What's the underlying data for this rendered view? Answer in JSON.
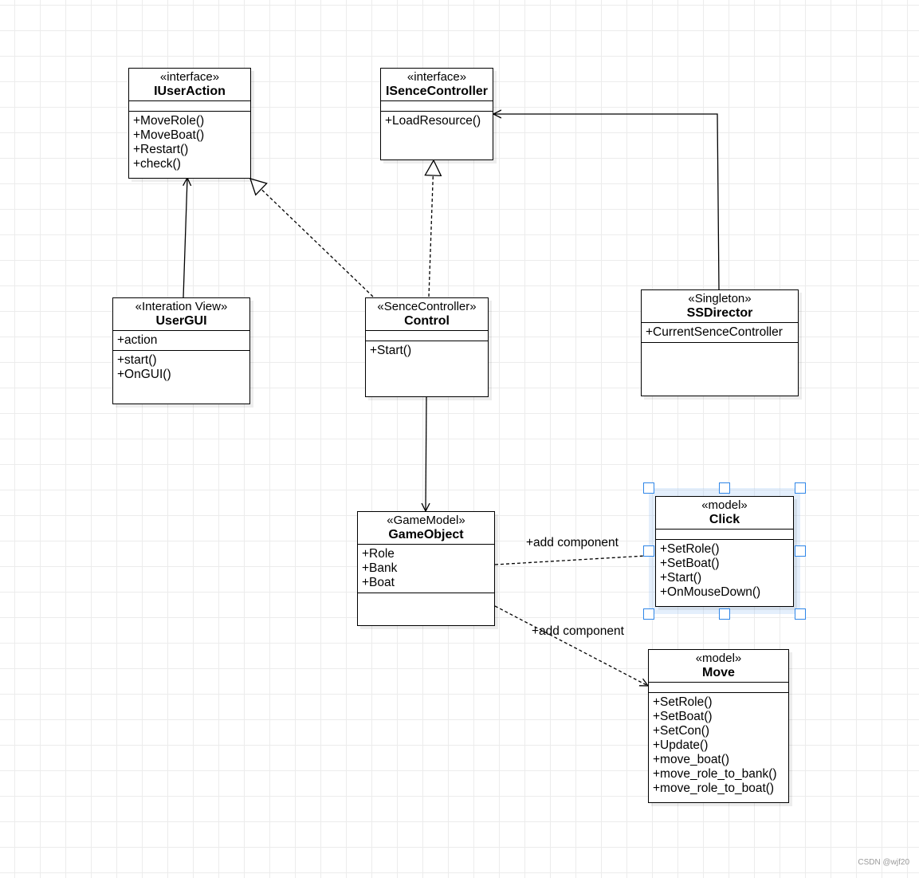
{
  "classes": {
    "iuseraction": {
      "stereotype": "«interface»",
      "name": "IUserAction",
      "attributes": [],
      "methods": [
        "+MoveRole()",
        "+MoveBoat()",
        "+Restart()",
        "+check()"
      ]
    },
    "isencecontroller": {
      "stereotype": "«interface»",
      "name": "ISenceController",
      "attributes": [],
      "methods": [
        "+LoadResource()"
      ]
    },
    "usergui": {
      "stereotype": "«Interation View»",
      "name": "UserGUI",
      "attributes": [
        "+action"
      ],
      "methods": [
        "+start()",
        "+OnGUI()"
      ]
    },
    "control": {
      "stereotype": "«SenceController»",
      "name": "Control",
      "attributes": [],
      "methods": [
        "+Start()"
      ]
    },
    "ssdirector": {
      "stereotype": "«Singleton»",
      "name": "SSDirector",
      "attributes": [
        "+CurrentSenceController"
      ],
      "methods": []
    },
    "gameobject": {
      "stereotype": "«GameModel»",
      "name": "GameObject",
      "attributes": [
        "+Role",
        "+Bank",
        "+Boat"
      ],
      "methods": []
    },
    "click": {
      "stereotype": "«model»",
      "name": "Click",
      "attributes": [],
      "methods": [
        "+SetRole()",
        "+SetBoat()",
        "+Start()",
        "+OnMouseDown()"
      ]
    },
    "move": {
      "stereotype": "«model»",
      "name": "Move",
      "attributes": [],
      "methods": [
        "+SetRole()",
        "+SetBoat()",
        "+SetCon()",
        "+Update()",
        "+move_boat()",
        "+move_role_to_bank()",
        "+move_role_to_boat()"
      ]
    }
  },
  "edges": {
    "gameobject_click": {
      "label": "+add component"
    },
    "gameobject_move": {
      "label": "+add component"
    }
  },
  "selection": {
    "selected_class": "click",
    "color": "#2f86e8"
  },
  "watermark": "CSDN @wjf20"
}
